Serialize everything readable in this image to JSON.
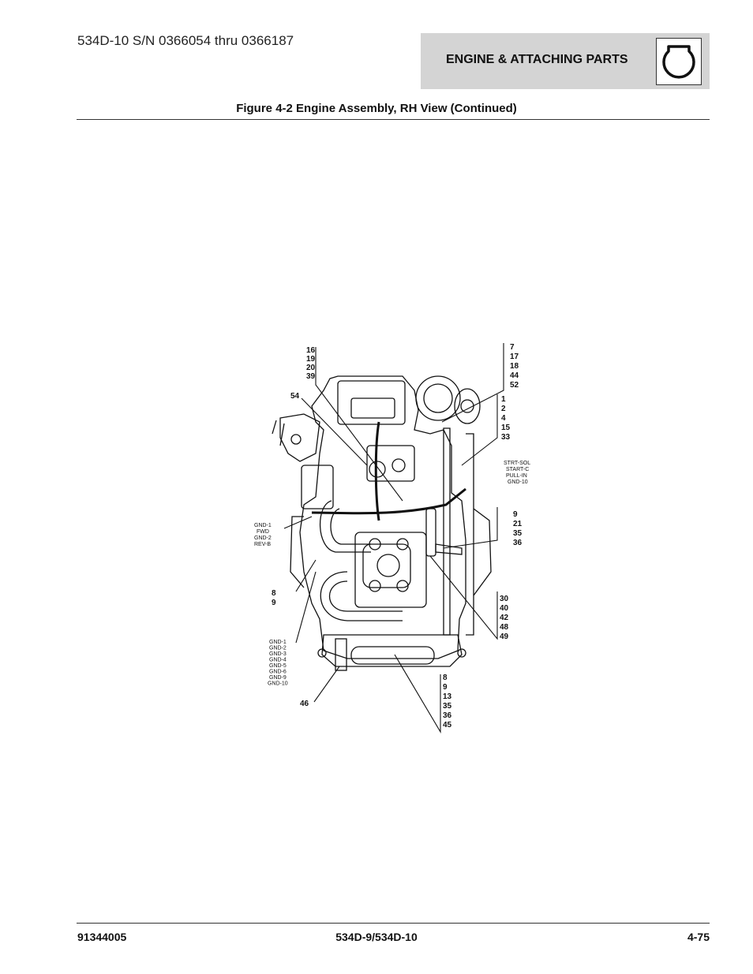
{
  "header": {
    "serial_range": "534D-10 S/N 0366054 thru 0366187",
    "section_title": "ENGINE & ATTACHING PARTS",
    "section_icon": "engine-icon"
  },
  "figure": {
    "title": "Figure 4-2 Engine Assembly, RH View (Continued)",
    "callouts": {
      "c16": [
        "16",
        "19",
        "20",
        "39"
      ],
      "c54": [
        "54"
      ],
      "c7": [
        "7",
        "17",
        "18",
        "44",
        "52"
      ],
      "c1": [
        "1",
        "2",
        "4",
        "15",
        "33"
      ],
      "wire_start": [
        "STRT-SOL",
        "START-C",
        "PULL-IN",
        "GND-10"
      ],
      "wire_gnd1": [
        "GND-1",
        "FWD",
        "GND-2",
        "REV-B"
      ],
      "c9": [
        "9",
        "21",
        "35",
        "36"
      ],
      "c8": [
        "8",
        "9"
      ],
      "c30": [
        "30",
        "40",
        "42",
        "48",
        "49"
      ],
      "wire_gnd_list": [
        "GND-1",
        "GND-2",
        "GND-3",
        "GND-4",
        "GND-5",
        "GND-6",
        "GND-9",
        "GND-10"
      ],
      "c8b": [
        "8",
        "9",
        "13",
        "35",
        "36",
        "45"
      ],
      "c46": [
        "46"
      ]
    }
  },
  "footer": {
    "doc_number": "91344005",
    "models": "534D-9/534D-10",
    "page": "4-75"
  }
}
